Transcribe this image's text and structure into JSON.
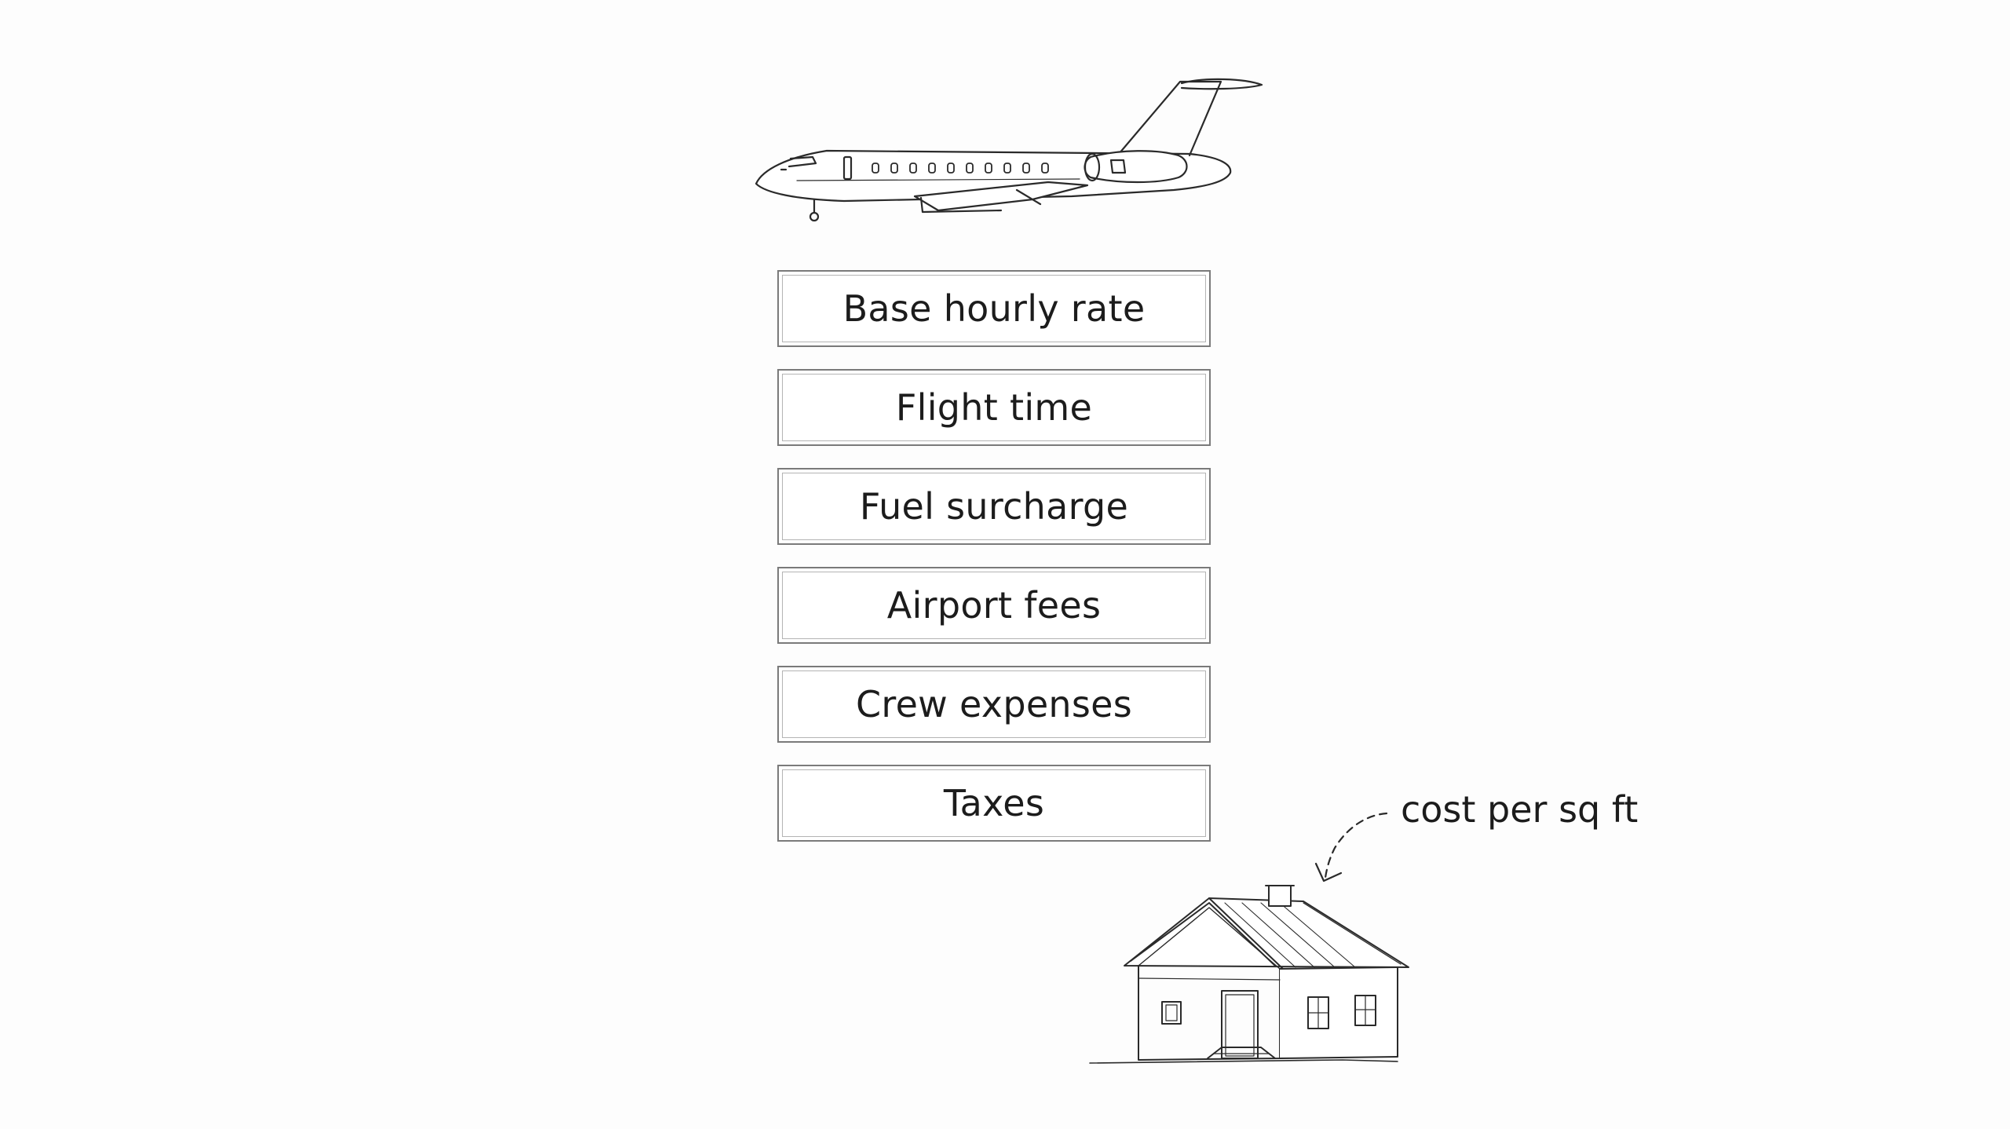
{
  "illustrations": {
    "top_icon": "jet-airplane-icon",
    "bottom_icon": "house-icon",
    "connector_icon": "dashed-arrow-icon"
  },
  "cost_items": [
    {
      "label": "Base hourly rate"
    },
    {
      "label": "Flight time"
    },
    {
      "label": "Fuel surcharge"
    },
    {
      "label": "Airport fees"
    },
    {
      "label": "Crew expenses"
    },
    {
      "label": "Taxes"
    }
  ],
  "annotation": {
    "label": "cost per sq ft"
  },
  "colors": {
    "background": "#fdfdfd",
    "line": "#2a2a2a",
    "box_border": "#7a7a7a",
    "text": "#1c1c1c"
  }
}
